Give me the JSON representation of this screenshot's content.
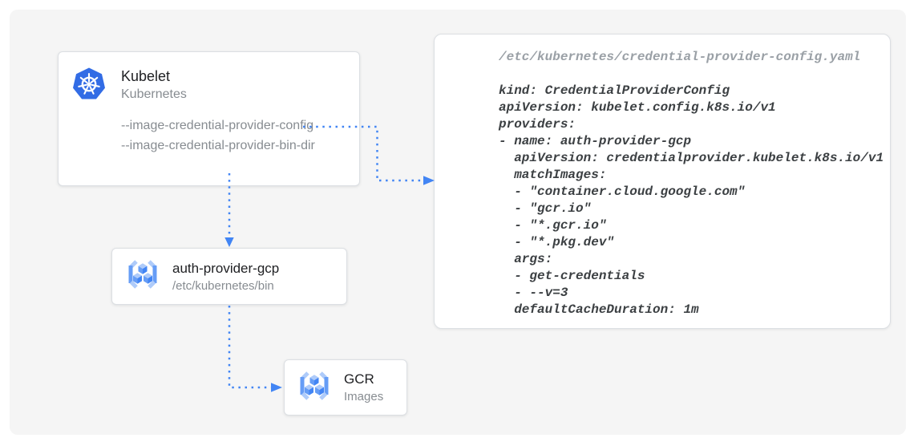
{
  "colors": {
    "arrow_blue": "#4285f4",
    "kubernetes_blue": "#326ce5",
    "canvas_background": "#f5f5f5"
  },
  "nodes": {
    "kubelet": {
      "title": "Kubelet",
      "subtitle": "Kubernetes",
      "flags": [
        "--image-credential-provider-config",
        "--image-credential-provider-bin-dir"
      ]
    },
    "auth_provider": {
      "title": "auth-provider-gcp",
      "subtitle": "/etc/kubernetes/bin"
    },
    "gcr": {
      "title": "GCR",
      "subtitle": "Images"
    }
  },
  "config_file": {
    "path": "/etc/kubernetes/credential-provider-config.yaml",
    "yaml": "kind: CredentialProviderConfig\napiVersion: kubelet.config.k8s.io/v1\nproviders:\n- name: auth-provider-gcp\n  apiVersion: credentialprovider.kubelet.k8s.io/v1\n  matchImages:\n  - \"container.cloud.google.com\"\n  - \"gcr.io\"\n  - \"*.gcr.io\"\n  - \"*.pkg.dev\"\n  args:\n  - get-credentials\n  - --v=3\n  defaultCacheDuration: 1m"
  }
}
